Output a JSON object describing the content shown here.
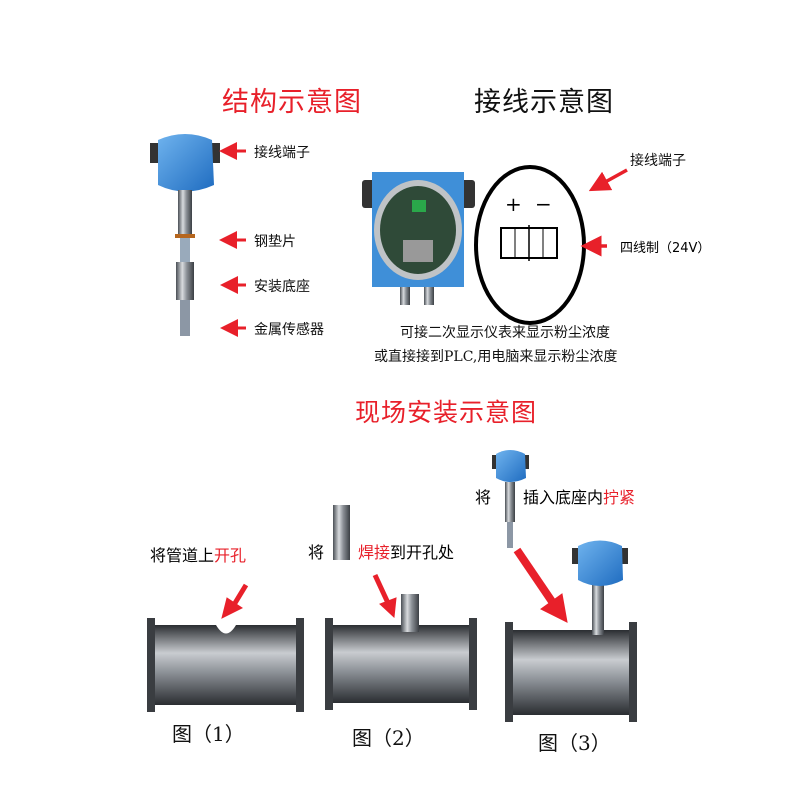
{
  "titles": {
    "structure": "结构示意图",
    "wiring": "接线示意图",
    "install": "现场安装示意图"
  },
  "structure_labels": [
    "接线端子",
    "钢垫片",
    "安装底座",
    "金属传感器"
  ],
  "wiring": {
    "terminal_label": "接线端子",
    "plus": "+",
    "minus": "−",
    "mode_label": "四线制（24V）",
    "note_line1": "可接二次显示仪表来显示粉尘浓度",
    "note_line2": "或直接接到PLC,用电脑来显示粉尘浓度"
  },
  "steps": {
    "step1": {
      "text": "将管道上",
      "highlight": "开孔",
      "caption": "图（1）"
    },
    "step2": {
      "prefix": "将",
      "highlight": "焊接",
      "suffix": "到开孔处",
      "caption": "图（2）"
    },
    "step3": {
      "prefix": "将",
      "text": "插入底座内",
      "highlight": "拧紧",
      "caption": "图（3）"
    }
  },
  "colors": {
    "accent": "#e8202a",
    "housing": "#3f8fd8"
  }
}
